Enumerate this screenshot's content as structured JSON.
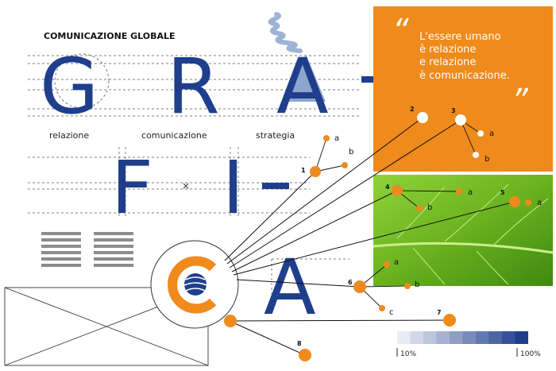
{
  "header": {
    "title": "COMUNICAZIONE GLOBALE"
  },
  "letters": {
    "row1": [
      "G",
      "R",
      "A",
      "–"
    ],
    "row2": [
      "F",
      "I",
      "–"
    ],
    "row3": [
      "A"
    ]
  },
  "concepts": [
    "relazione",
    "comunicazione",
    "strategia"
  ],
  "quote": {
    "open_mark": "“",
    "lines": [
      "L'essere umano",
      "è relazione",
      "e relazione",
      "è comunicazione."
    ],
    "close_mark": "”"
  },
  "nodes": [
    {
      "num": "1",
      "branches": [
        "a",
        "b"
      ]
    },
    {
      "num": "2",
      "branches": []
    },
    {
      "num": "3",
      "branches": [
        "a",
        "b"
      ]
    },
    {
      "num": "4",
      "branches": [
        "a",
        "b"
      ]
    },
    {
      "num": "5",
      "branches": [
        "a"
      ]
    },
    {
      "num": "6",
      "branches": [
        "a",
        "b",
        "c"
      ]
    },
    {
      "num": "7",
      "branches": []
    },
    {
      "num": "8",
      "branches": []
    }
  ],
  "scale": {
    "min_label": "10%",
    "max_label": "100%",
    "steps": 10
  },
  "colors": {
    "blue": "#1f3e8c",
    "orange": "#ef8a1c",
    "gray": "#8c8c8c",
    "light_blue": "#8ea6cf"
  }
}
